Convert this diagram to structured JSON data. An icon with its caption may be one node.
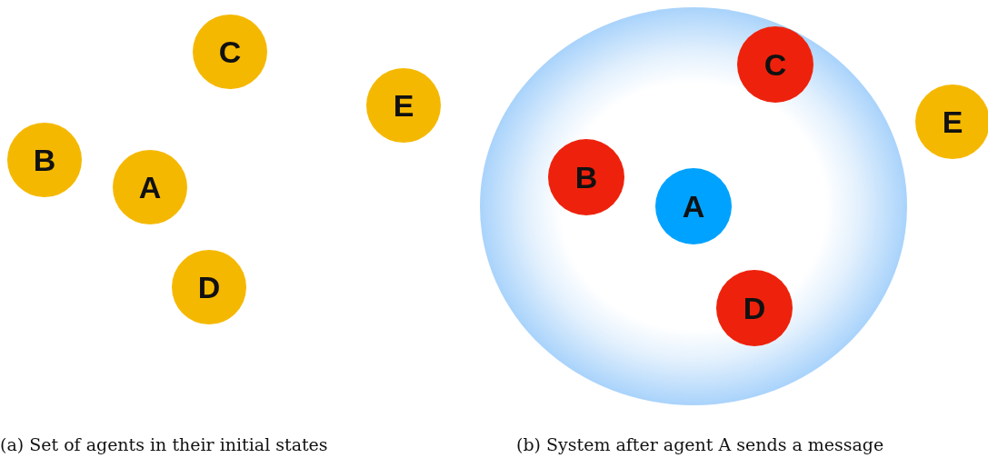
{
  "diagram": {
    "nodes": [
      {
        "text": [
          "C"
        ]
      },
      {
        "text": [
          "E"
        ]
      },
      {
        "text": [
          "B"
        ]
      },
      {
        "text": [
          "A"
        ]
      },
      {
        "text": [
          "D"
        ]
      },
      {
        "text": [],
        "shape": "circle"
      },
      {
        "text": [
          "C"
        ],
        "in": 5
      },
      {
        "text": [
          "B"
        ],
        "in": 5
      },
      {
        "text": [
          "A"
        ],
        "in": 5
      },
      {
        "text": [
          "D"
        ],
        "in": 5
      },
      {
        "text": [
          "E"
        ]
      }
    ],
    "labels": [
      "(a) Set of agents in their initial states",
      "(b) System after agent A sends a message"
    ]
  }
}
